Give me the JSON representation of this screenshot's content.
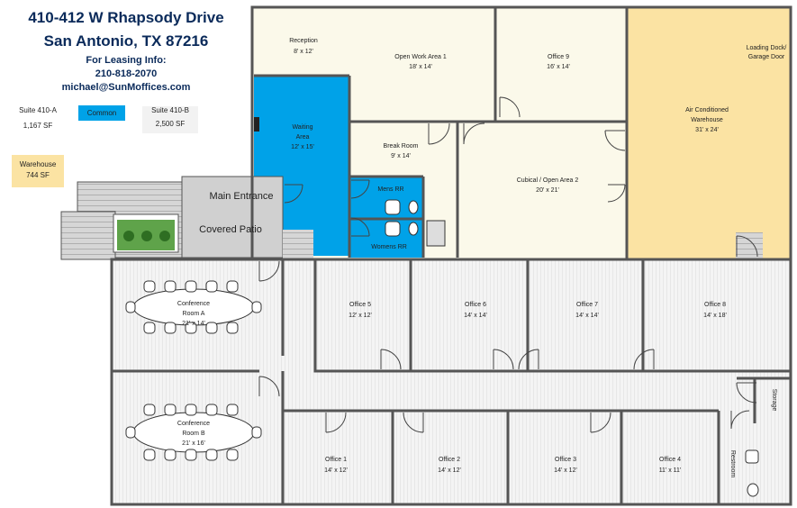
{
  "header": {
    "address_line1": "410-412 W Rhapsody Drive",
    "address_line2": "San Antonio, TX 87216",
    "leasing_label": "For Leasing Info:",
    "phone": "210-818-2070",
    "email": "michael@SunMoffices.com"
  },
  "legend": {
    "suite_a_name": "Suite 410-A",
    "suite_a_area": "1,167 SF",
    "common_label": "Common",
    "suite_b_name": "Suite 410-B",
    "suite_b_area": "2,500 SF",
    "warehouse_name": "Warehouse",
    "warehouse_area": "744 SF"
  },
  "colors": {
    "suite_a": "#fbf9ea",
    "common": "#00a2e8",
    "warehouse": "#fbe3a3",
    "suite_b": "#f2f2f2",
    "patio": "#d0d0d0"
  },
  "rooms": {
    "reception": {
      "name": "Reception",
      "size": "8' x 12'"
    },
    "open_work_1": {
      "name": "Open Work Area 1",
      "size": "18' x 14'"
    },
    "office9": {
      "name": "Office 9",
      "size": "16' x 14'"
    },
    "warehouse": {
      "name1": "Air Conditioned",
      "name2": "Warehouse",
      "size": "31' x 24'"
    },
    "loading": {
      "line1": "Loading Dock/",
      "line2": "Garage Door"
    },
    "waiting": {
      "name1": "Waiting",
      "name2": "Area",
      "size": "12' x 15'"
    },
    "break_room": {
      "name": "Break Room",
      "size": "9' x 14'"
    },
    "cubical": {
      "name": "Cubical / Open Area  2",
      "size": "20' x 21'"
    },
    "mens_rr": "Mens RR",
    "womens_rr": "Womens RR",
    "main_entrance": "Main Entrance",
    "covered_patio": "Covered Patio",
    "conf_a": {
      "name1": "Conference",
      "name2": "Room A",
      "size": "21' x 14'"
    },
    "conf_b": {
      "name1": "Conference",
      "name2": "Room B",
      "size": "21' x 16'"
    },
    "office5": {
      "name": "Office 5",
      "size": "12' x 12'"
    },
    "office6": {
      "name": "Office 6",
      "size": "14' x 14'"
    },
    "office7": {
      "name": "Office 7",
      "size": "14' x 14'"
    },
    "office8": {
      "name": "Office 8",
      "size": "14' x 18'"
    },
    "office1": {
      "name": "Office 1",
      "size": "14' x 12'"
    },
    "office2": {
      "name": "Office 2",
      "size": "14' x 12'"
    },
    "office3": {
      "name": "Office 3",
      "size": "14' x 12'"
    },
    "office4": {
      "name": "Office 4",
      "size": "11' x 11'"
    },
    "storage": "Storage",
    "restroom": "Restroom"
  }
}
